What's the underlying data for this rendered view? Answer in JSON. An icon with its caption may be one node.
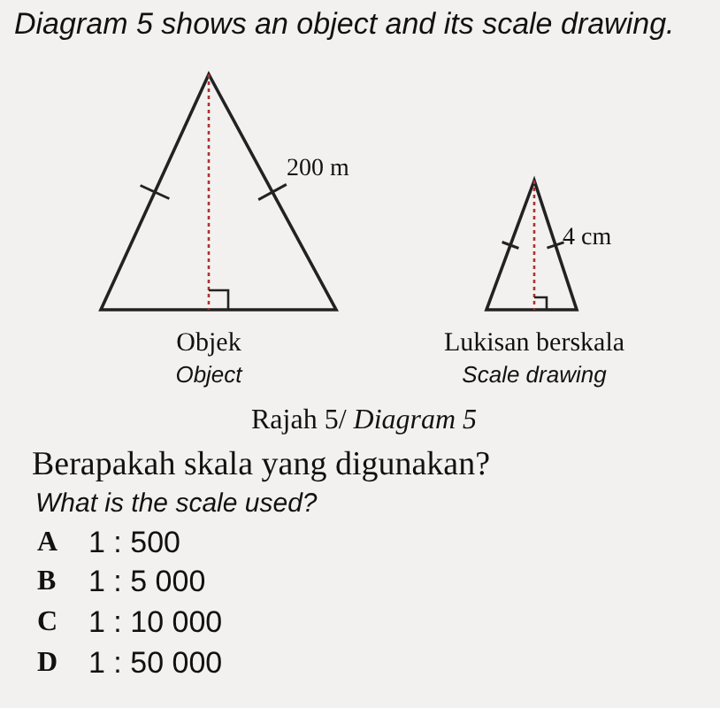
{
  "diagram": {
    "title": "Diagram 5 shows an object and its scale drawing.",
    "caption": "Rajah 5/ *Diagram 5*",
    "nodes": [
      {
        "text": [
          "Objek",
          "Object"
        ],
        "beside": [
          "200 m"
        ]
      },
      {
        "text": [
          "Lukisan berskala",
          "Scale drawing"
        ],
        "beside": [
          "4 cm"
        ]
      }
    ],
    "labels": [
      "Berapakah skala yang digunakan?",
      "What is the scale used?",
      "A",
      "1 : 500",
      "B",
      "1 : 5 000",
      "C",
      "1 : 10 000",
      "D",
      "1 : 50 000"
    ]
  }
}
